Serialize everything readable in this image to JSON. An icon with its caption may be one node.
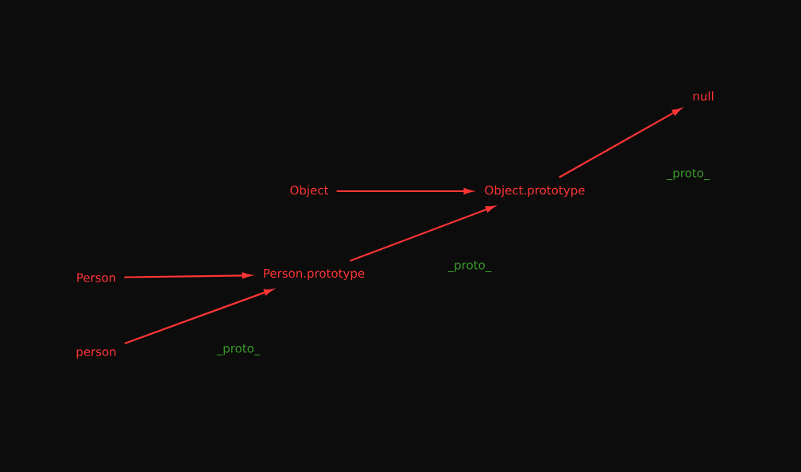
{
  "diagram": {
    "nodes": [
      {
        "text": [
          "Object"
        ]
      },
      {
        "text": [
          "Object.prototype"
        ]
      },
      {
        "text": [
          "null"
        ]
      },
      {
        "text": [
          "Person"
        ]
      },
      {
        "text": [
          "Person.prototype"
        ]
      },
      {
        "text": [
          "person"
        ]
      }
    ],
    "edges": [
      {
        "from": 0,
        "to": 1,
        "arrow": "to"
      },
      {
        "from": 1,
        "to": 2,
        "arrow": "to",
        "label": "_proto_"
      },
      {
        "from": 3,
        "to": 4,
        "arrow": "to"
      },
      {
        "from": 4,
        "to": 1,
        "arrow": "to",
        "label": "_proto_"
      },
      {
        "from": 5,
        "to": 4,
        "arrow": "to",
        "label": "_proto_"
      }
    ]
  }
}
